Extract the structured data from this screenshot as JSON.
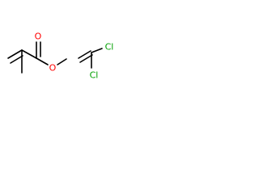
{
  "molecules": [
    {
      "atoms": [
        {
          "symbol": "O",
          "color": "#ff0000"
        },
        {
          "symbol": "O",
          "color": "#ff0000"
        }
      ]
    },
    {
      "atoms": [
        {
          "symbol": "Cl",
          "color": "#00a000"
        },
        {
          "symbol": "Cl",
          "color": "#00a000"
        }
      ]
    }
  ]
}
